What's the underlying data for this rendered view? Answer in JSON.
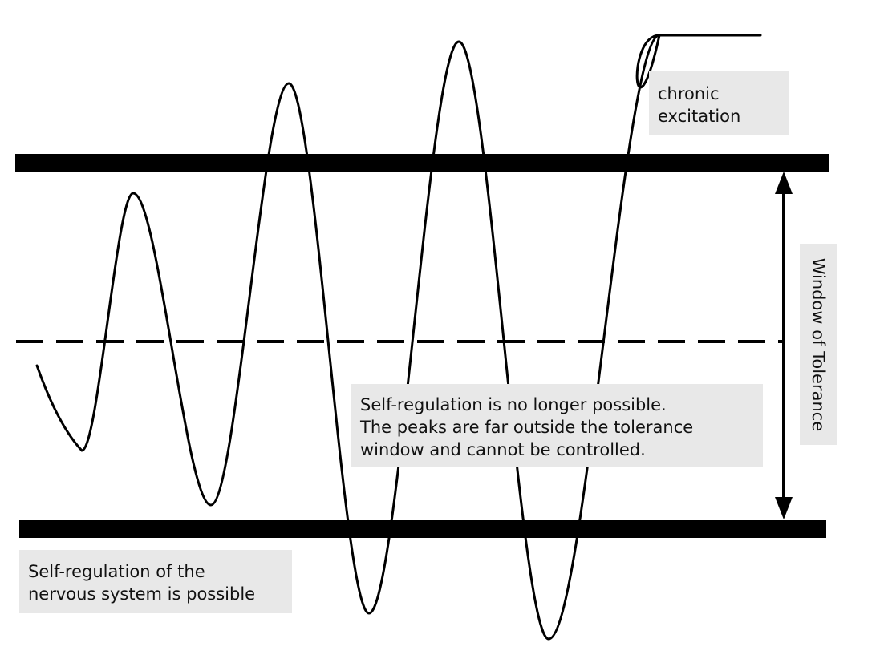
{
  "labels": {
    "chronic_excitation": [
      "chronic",
      "excitation"
    ],
    "no_regulation": [
      "Self-regulation is no longer possible.",
      "The peaks are far outside the tolerance",
      "window and cannot be controlled."
    ],
    "regulation_possible": [
      "Self-regulation of the",
      "nervous system is possible"
    ],
    "window": "Window of Tolerance"
  },
  "colors": {
    "line": "#000000",
    "label_background": "#e8e8e8",
    "text": "#111111"
  }
}
